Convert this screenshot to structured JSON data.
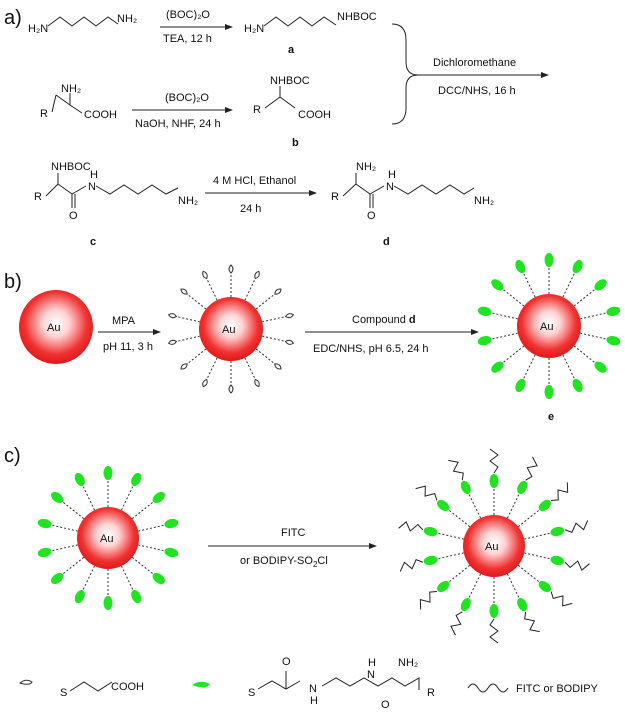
{
  "panels": {
    "a": "a)",
    "b": "b)",
    "c": "c)"
  },
  "a": {
    "row1": {
      "reactant": "H₂N",
      "reactant_end": "NH₂",
      "reagent_top": "(BOC)₂O",
      "reagent_bottom": "TEA, 12 h",
      "product_left": "H₂N",
      "product_right": "NHBOC",
      "product_label": "a"
    },
    "row2": {
      "reactant_nh2": "NH₂",
      "reactant_r": "R",
      "reactant_acid": "COOH",
      "reagent_top": "(BOC)₂O",
      "reagent_bottom": "NaOH, NHF, 24 h",
      "product_nh": "NHBOC",
      "product_r": "R",
      "product_acid": "COOH",
      "product_label": "b"
    },
    "coupling": {
      "top": "Dichloromethane",
      "bottom": "DCC/NHS, 16 h"
    },
    "row3": {
      "reactant_nhboc": "NHBOC",
      "reactant_r": "R",
      "reactant_o": "O",
      "reactant_n": "N",
      "reactant_h": "H",
      "reactant_nh2": "NH₂",
      "reactant_label": "c",
      "reagent_top": "4 M HCl, Ethanol",
      "reagent_bottom": "24 h",
      "product_nh2_top": "NH₂",
      "product_r": "R",
      "product_o": "O",
      "product_n": "N",
      "product_h": "H",
      "product_nh2": "NH₂",
      "product_label": "d"
    }
  },
  "b": {
    "core": "Au",
    "step1_top": "MPA",
    "step1_bottom": "pH 11, 3 h",
    "step2_top_prefix": "Compound ",
    "step2_top_bold": "d",
    "step2_bottom": "EDC/NHS, pH 6.5, 24 h",
    "product_label": "e"
  },
  "c": {
    "core": "Au",
    "reagent_top": "FITC",
    "reagent_bottom_prefix": "or BODIPY-SO",
    "reagent_bottom_sub": "2",
    "reagent_bottom_suffix": "Cl"
  },
  "legend": {
    "item1_s": "S",
    "item1_acid": "COOH",
    "item2_s": "S",
    "item2_o1": "O",
    "item2_n1": "N",
    "item2_h1": "H",
    "item2_h2": "H",
    "item2_n2": "N",
    "item2_nh2": "NH₂",
    "item2_o2": "O",
    "item2_r": "R",
    "item3": "FITC or BODIPY"
  },
  "colors": {
    "gold_core": "#e82424",
    "ligand_green": "#22e322",
    "line": "#222222"
  }
}
